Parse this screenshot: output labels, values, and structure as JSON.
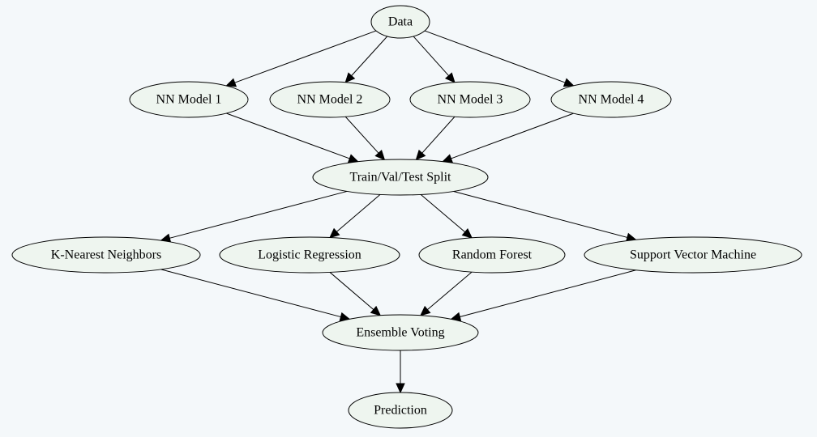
{
  "nodes": [
    {
      "id": "data",
      "label": "Data"
    },
    {
      "id": "nn1",
      "label": "NN Model 1"
    },
    {
      "id": "nn2",
      "label": "NN Model 2"
    },
    {
      "id": "nn3",
      "label": "NN Model 3"
    },
    {
      "id": "nn4",
      "label": "NN Model 4"
    },
    {
      "id": "split",
      "label": "Train/Val/Test Split"
    },
    {
      "id": "knn",
      "label": "K-Nearest Neighbors"
    },
    {
      "id": "logreg",
      "label": "Logistic Regression"
    },
    {
      "id": "rf",
      "label": "Random Forest"
    },
    {
      "id": "svm",
      "label": "Support Vector Machine"
    },
    {
      "id": "ensemble",
      "label": "Ensemble Voting"
    },
    {
      "id": "prediction",
      "label": "Prediction"
    }
  ],
  "edges": [
    {
      "from": "data",
      "to": "nn1"
    },
    {
      "from": "data",
      "to": "nn2"
    },
    {
      "from": "data",
      "to": "nn3"
    },
    {
      "from": "data",
      "to": "nn4"
    },
    {
      "from": "nn1",
      "to": "split"
    },
    {
      "from": "nn2",
      "to": "split"
    },
    {
      "from": "nn3",
      "to": "split"
    },
    {
      "from": "nn4",
      "to": "split"
    },
    {
      "from": "split",
      "to": "knn"
    },
    {
      "from": "split",
      "to": "logreg"
    },
    {
      "from": "split",
      "to": "rf"
    },
    {
      "from": "split",
      "to": "svm"
    },
    {
      "from": "knn",
      "to": "ensemble"
    },
    {
      "from": "logreg",
      "to": "ensemble"
    },
    {
      "from": "rf",
      "to": "ensemble"
    },
    {
      "from": "svm",
      "to": "ensemble"
    },
    {
      "from": "ensemble",
      "to": "prediction"
    }
  ],
  "colors": {
    "background": "#f4f8fa",
    "node_fill": "#eef5ef",
    "stroke": "#000000"
  }
}
